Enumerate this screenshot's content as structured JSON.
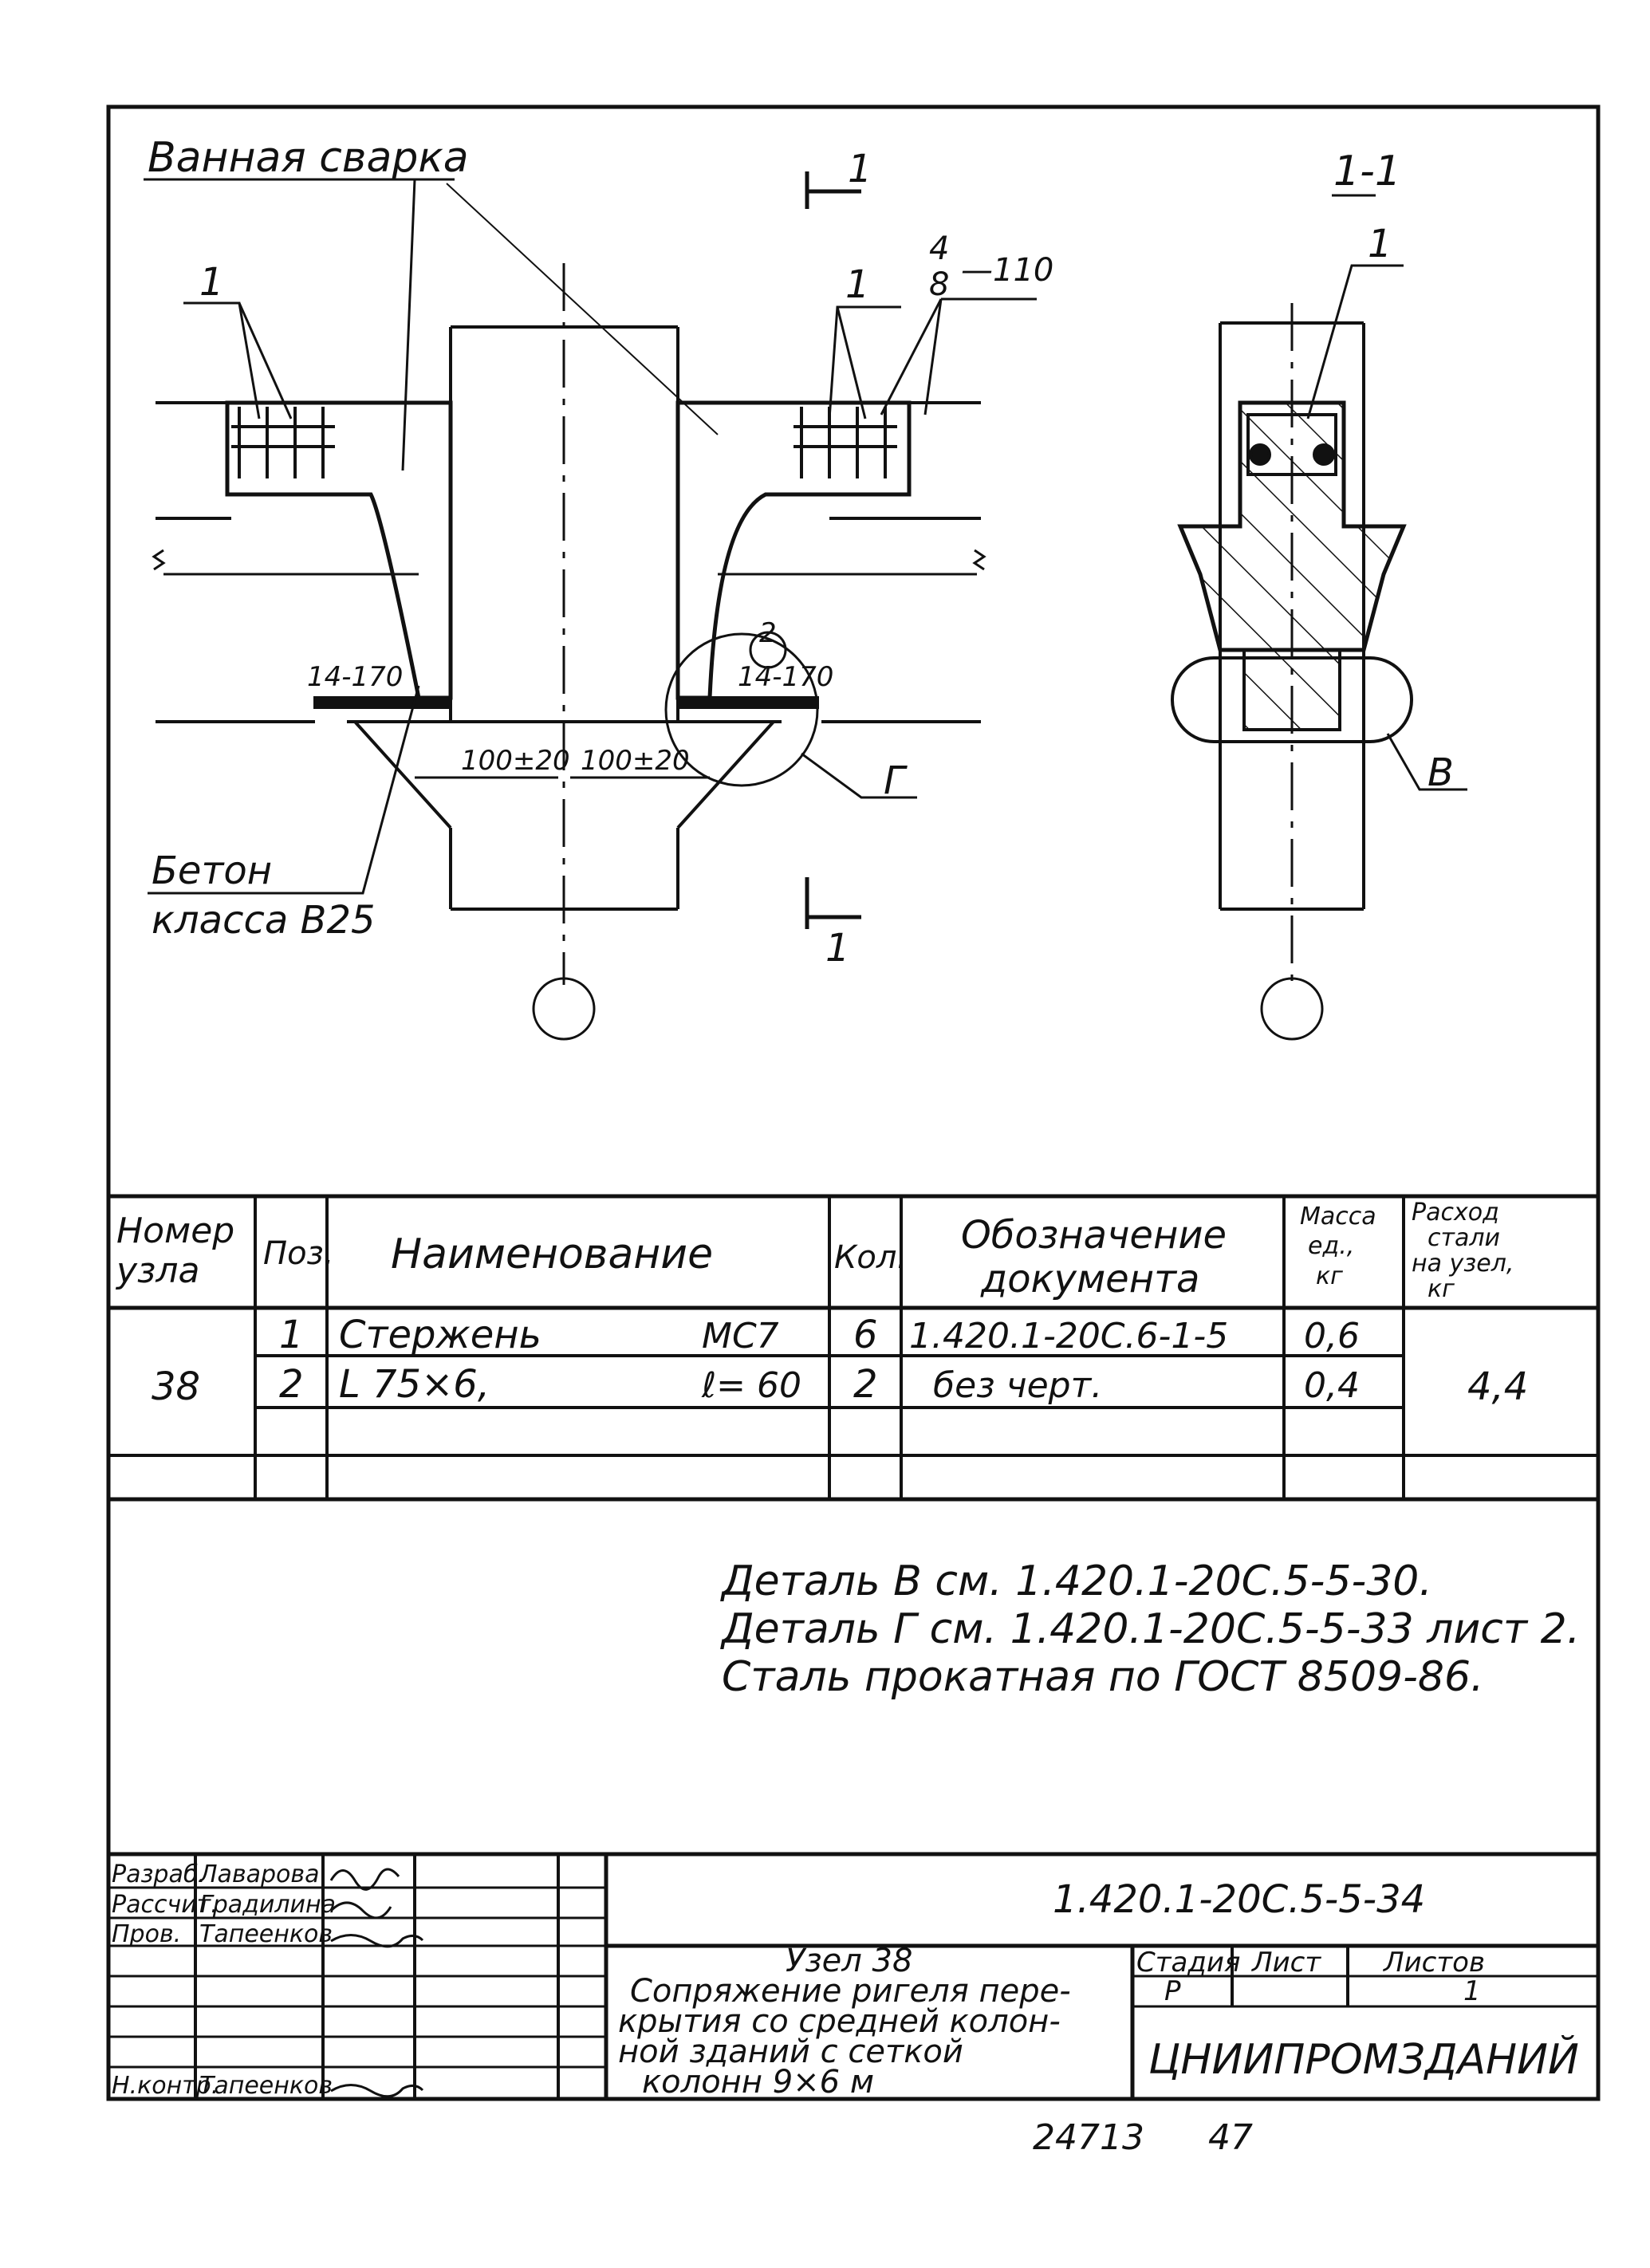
{
  "drawing": {
    "weld_label": "Ванная сварка",
    "section_mark": "1",
    "section_title": "1-1",
    "pos_1": "1",
    "pos_4": "4",
    "pos_8": "8",
    "spacing_110": "—110",
    "spacing_14_170": "14-170",
    "dim_left": "100±20",
    "dim_right": "100±20",
    "bubble_2": "2",
    "detail_g": "Г",
    "detail_v": "В",
    "concrete_line1": "Бетон",
    "concrete_line2": "класса В25"
  },
  "spec_table": {
    "headers": {
      "node_no": [
        "Номер",
        "узла"
      ],
      "pos": "Поз.",
      "name": "Наименование",
      "qty": "Кол.",
      "designation": [
        "Обозначение",
        "документа"
      ],
      "unit_mass": [
        "Масса",
        "ед.,",
        "кг"
      ],
      "steel_use": [
        "Расход",
        "стали",
        "на узел,",
        "кг"
      ]
    },
    "node": "38",
    "steel_total": "4,4",
    "rows": [
      {
        "pos": "1",
        "name": "Стержень",
        "mark": "МС7",
        "qty": "6",
        "doc": "1.420.1-20С.6-1-5",
        "mass": "0,6"
      },
      {
        "pos": "2",
        "name": "L 75×6,",
        "mark": "ℓ= 60",
        "qty": "2",
        "doc": "без черт.",
        "mass": "0,4"
      }
    ]
  },
  "notes": [
    "Деталь В см. 1.420.1-20С.5-5-30.",
    "Деталь Г см. 1.420.1-20С.5-5-33 лист 2.",
    "Сталь прокатная по ГОСТ 8509-86."
  ],
  "title_block": {
    "roles": [
      "Разраб.",
      "Рассчит.",
      "Пров.",
      "",
      "",
      "",
      "Н.контр."
    ],
    "names": [
      "Лаварова",
      "Градилина",
      "Тапеенков",
      "",
      "",
      "",
      "Тапеенков"
    ],
    "doc_code": "1.420.1-20С.5-5-34",
    "title_lines": [
      "Узел 38",
      "Сопряжение ригеля пере-",
      "крытия со средней колон-",
      "ной зданий с сеткой",
      "колонн 9×6 м"
    ],
    "stage_label": "Стадия",
    "sheet_label": "Лист",
    "sheets_label": "Листов",
    "stage": "Р",
    "sheets": "1",
    "org": "ЦНИИПРОМЗДАНИЙ"
  },
  "footer": {
    "inv_no": "24713",
    "page": "47"
  }
}
